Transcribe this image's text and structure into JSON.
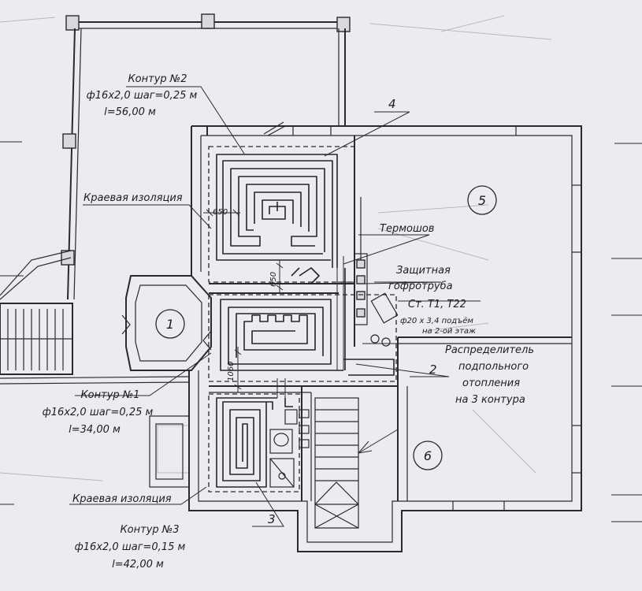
{
  "contours": [
    {
      "title": "Контур №2",
      "spec": "ф16х2,0 шаг=0,25 м",
      "length": "l=56,00 м"
    },
    {
      "title": "Контур №1",
      "spec": "ф16х2,0 шаг=0,25 м",
      "length": "l=34,00 м"
    },
    {
      "title": "Контур №3",
      "spec": "ф16х2,0 шаг=0,15 м",
      "length": "l=42,00 м"
    }
  ],
  "labels": {
    "edge_insulation": "Краевая изоляция",
    "thermal_seam": "Термошов",
    "protective_1": "Защитная",
    "protective_2": "гофротруба",
    "riser": "Ст. Т1, Т22",
    "pipe_note_1": "ф20 х 3,4 подъём",
    "pipe_note_2": "на 2-ой этаж",
    "manifold_1": "Распределитель",
    "manifold_2": "подпольного",
    "manifold_3": "отопления",
    "manifold_4": "на 3 контура"
  },
  "dimensions": {
    "d1": "650",
    "d2": "650",
    "d3": "1060"
  },
  "callouts": {
    "c2": "2",
    "c3": "3",
    "c4": "4"
  },
  "rooms": {
    "r1": "1",
    "r5": "5",
    "r6": "6"
  }
}
